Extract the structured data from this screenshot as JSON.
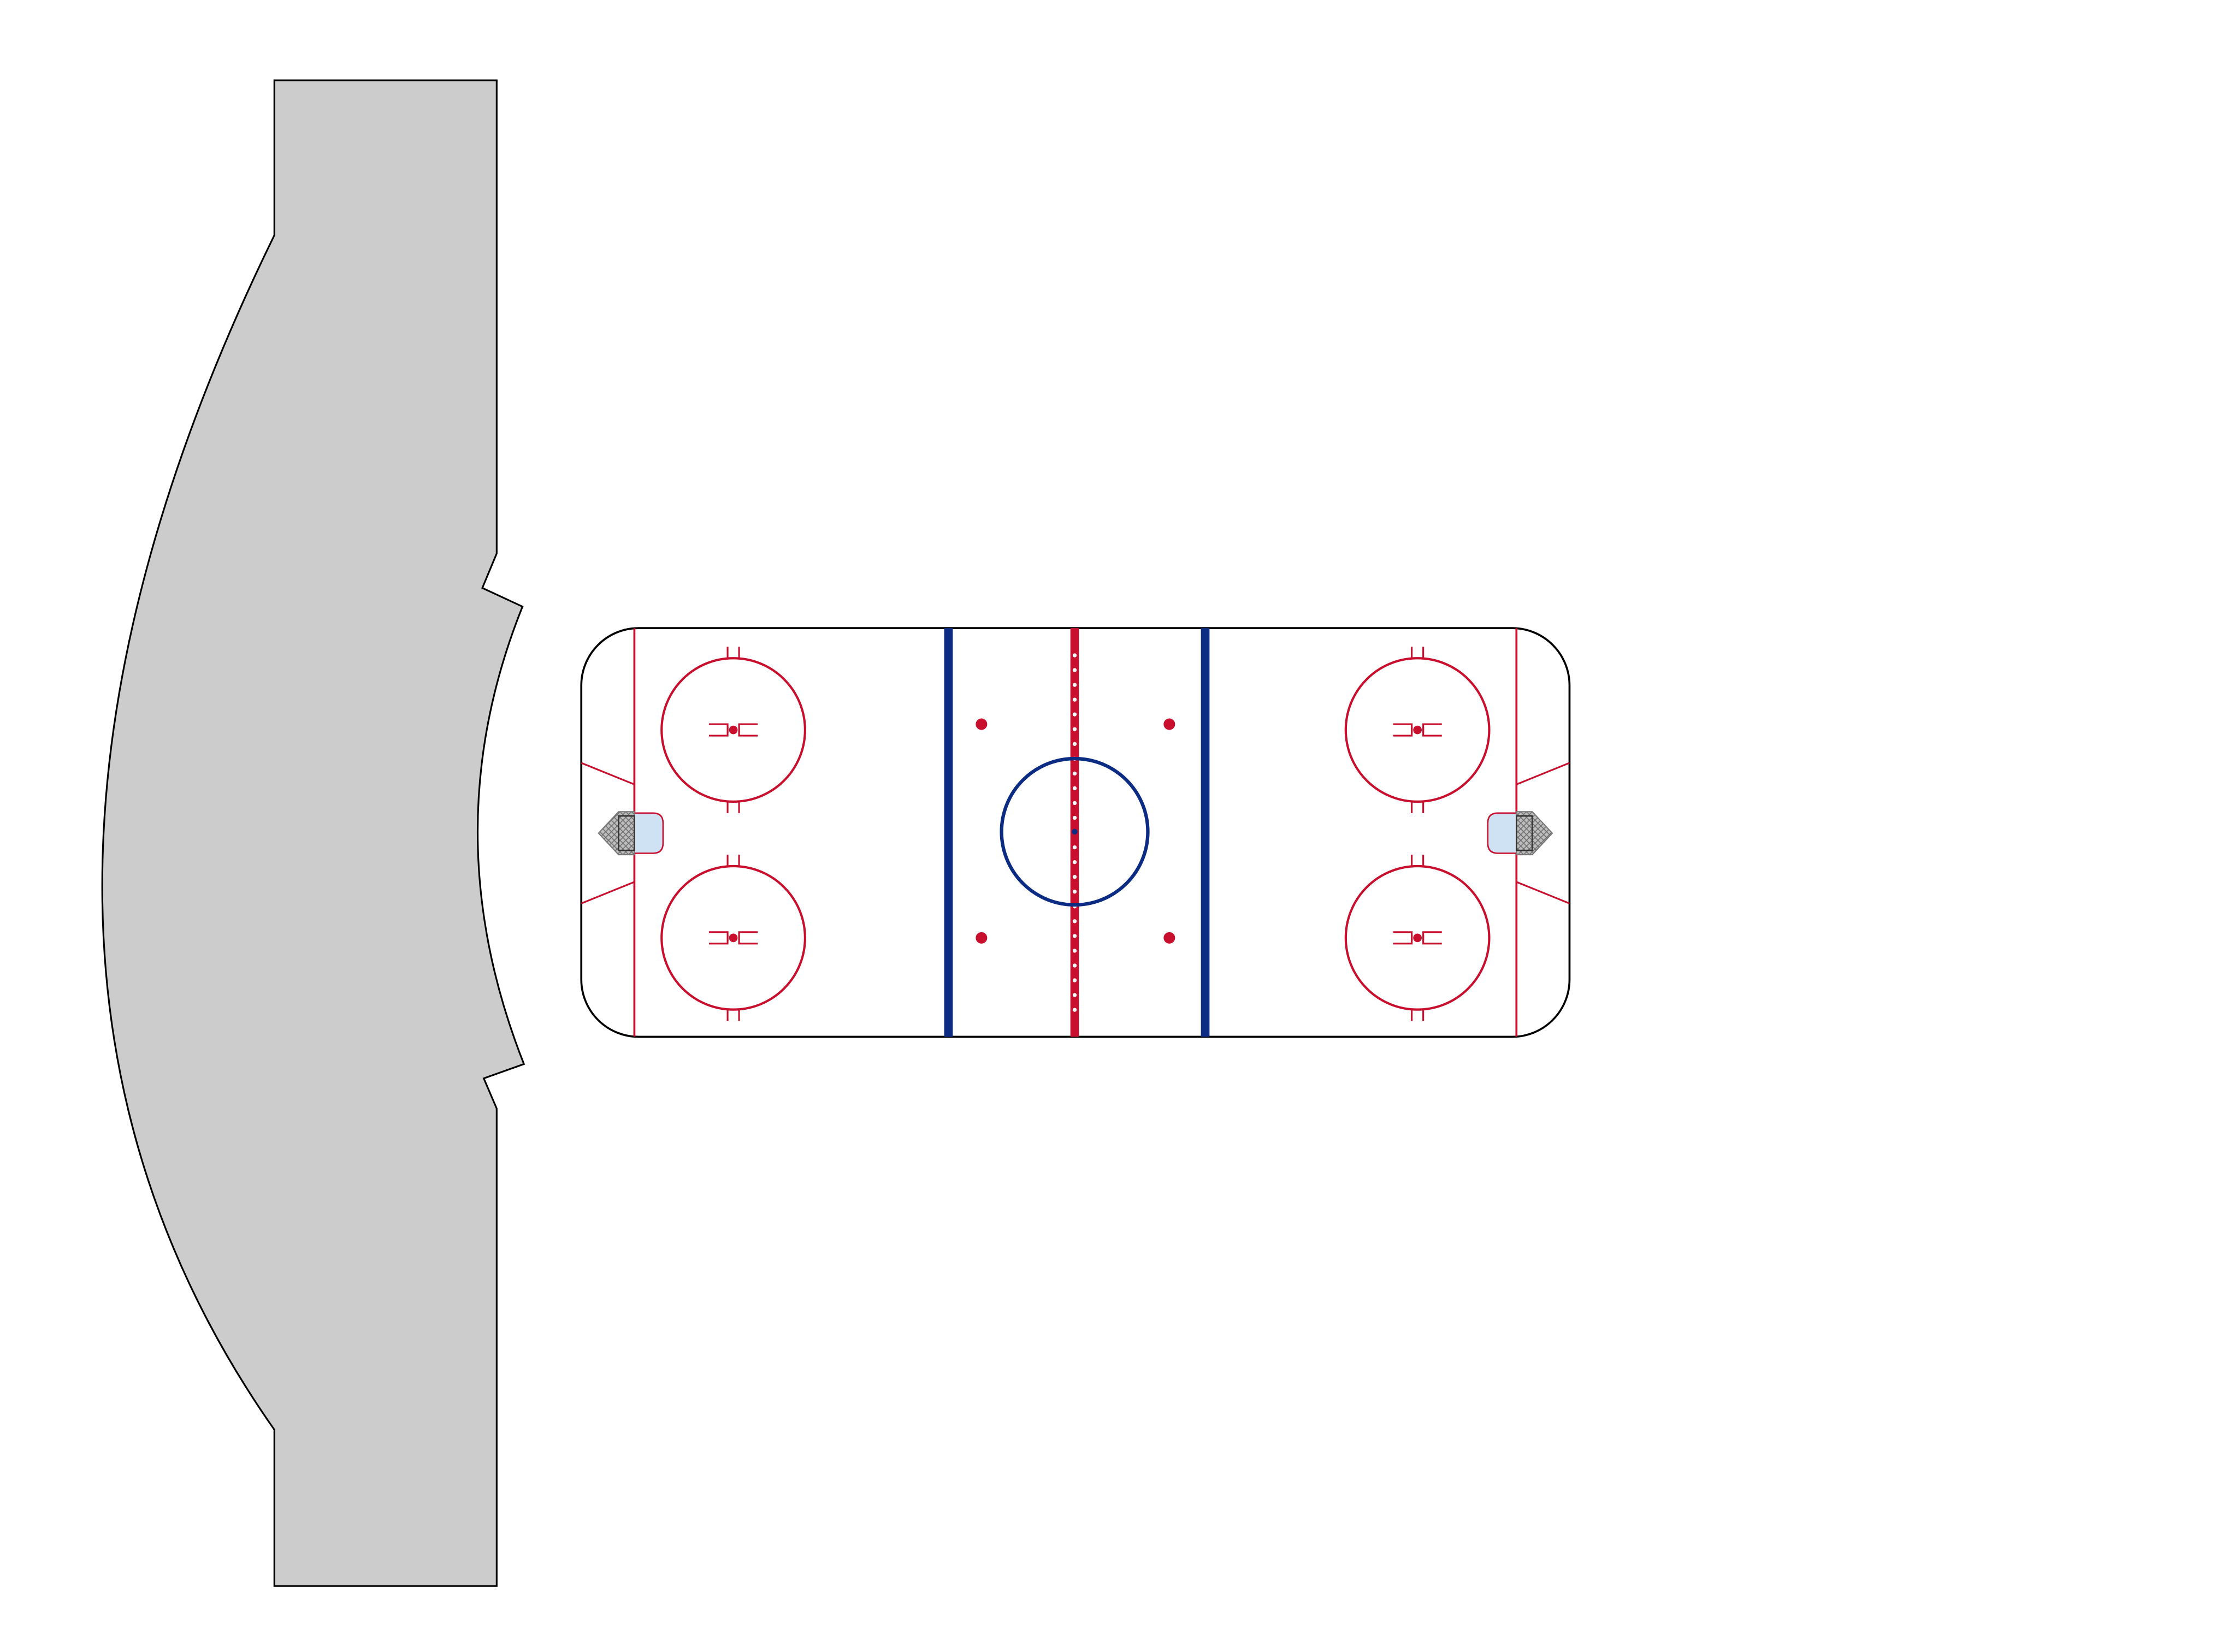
{
  "diagram": {
    "elements": [
      {
        "name": "seating-stand",
        "shape": "stand-outline"
      },
      {
        "name": "hockey-rink",
        "shape": "rink-outline"
      },
      {
        "name": "goal-line-left",
        "shape": "line"
      },
      {
        "name": "goal-line-right",
        "shape": "line"
      },
      {
        "name": "blue-line-left",
        "shape": "line"
      },
      {
        "name": "blue-line-right",
        "shape": "line"
      },
      {
        "name": "center-red-line",
        "shape": "line"
      },
      {
        "name": "center-ice-circle",
        "shape": "circle"
      },
      {
        "name": "faceoff-circle-top-left",
        "shape": "circle"
      },
      {
        "name": "faceoff-circle-bottom-left",
        "shape": "circle"
      },
      {
        "name": "faceoff-circle-top-right",
        "shape": "circle"
      },
      {
        "name": "faceoff-circle-bottom-right",
        "shape": "circle"
      },
      {
        "name": "neutral-zone-dot-top-left",
        "shape": "dot"
      },
      {
        "name": "neutral-zone-dot-bottom-left",
        "shape": "dot"
      },
      {
        "name": "neutral-zone-dot-top-right",
        "shape": "dot"
      },
      {
        "name": "neutral-zone-dot-bottom-right",
        "shape": "dot"
      },
      {
        "name": "goal-crease-left",
        "shape": "crease"
      },
      {
        "name": "goal-crease-right",
        "shape": "crease"
      },
      {
        "name": "goal-net-left",
        "shape": "net"
      },
      {
        "name": "goal-net-right",
        "shape": "net"
      }
    ]
  },
  "colors": {
    "stand_fill": "#cccccc",
    "outline": "#000000",
    "ice": "#ffffff",
    "red_line": "#c8102e",
    "blue_line": "#0c2c84",
    "crease_fill": "#cfe2f3",
    "net_fill": "#9e9e9e"
  }
}
